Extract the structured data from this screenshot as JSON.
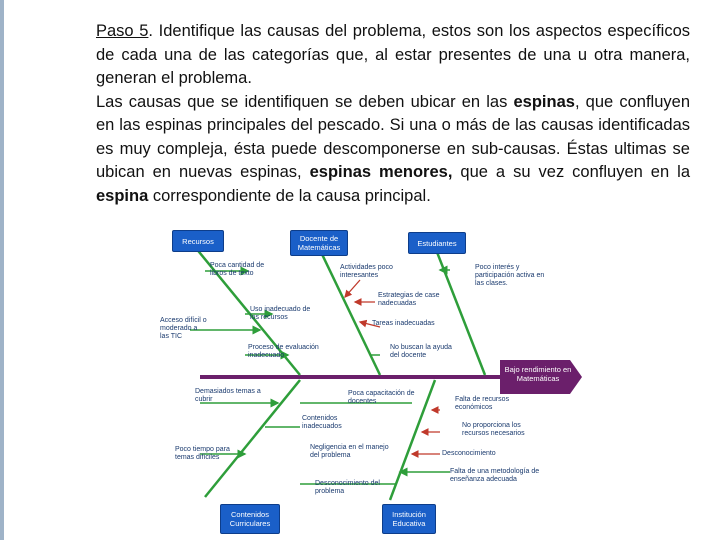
{
  "paragraph": {
    "paso_label": "Paso 5",
    "text_1": ". Identifique las causas del problema, estos son los aspectos específicos de cada una de las categorías que, al estar presentes de una u otra manera, generan el problema.",
    "text_2": "Las causas que se identifiquen se deben ubicar en las ",
    "bold_espinas": "espinas",
    "text_3": ", que confluyen en las espinas principales del pescado. Si una o más de las causas identificadas es muy compleja, ésta puede descomponerse en sub-causas. Éstas ultimas se ubican en nuevas espinas, ",
    "bold_espinas_menores": "espinas menores,",
    "text_4": " que a su vez confluyen en la ",
    "bold_espina": "espina",
    "text_5": " correspondiente de la causa principal."
  },
  "diagram": {
    "head": "Bajo rendimiento en Matemáticas",
    "categories": {
      "recursos": "Recursos",
      "docente": "Docente de Matemáticas",
      "estudiantes": "Estudiantes",
      "contenidos": "Contenidos Curriculares",
      "institucion": "Institución Educativa"
    },
    "causes": {
      "poca_cantidad": "Poca cantidad de libros de texto",
      "uso_inadecuado": "Uso inadecuado de los recursos",
      "acceso_dificil": "Acceso difícil o moderado a las TIC",
      "proceso_evaluacion": "Proceso de evaluación inadecuado",
      "actividades": "Actividades poco interesantes",
      "estrategias": "Estrategias de case nadecuadas",
      "tareas": "Tareas inadecuadas",
      "no_buscan": "No buscan la ayuda del docente",
      "poco_interes": "Poco interés y participación activa en las clases.",
      "demasiados_temas": "Demasiados temas a cubrir",
      "contenidos_inadecuados": "Contenidos inadecuados",
      "poco_tiempo": "Poco tiempo para temas difíciles",
      "poca_capacitacion": "Poca capacitación de docentes",
      "negligencia": "Negligencia en el manejo del problema",
      "desconocimiento_problema": "Desconocimiento del problema",
      "falta_recursos": "Falta de recursos económicos",
      "no_proporciona": "No proporciona los recursos necesarios",
      "desconocimiento": "Desconocimiento",
      "falta_metodologia": "Falta de una metodología de enseñanza adecuada"
    }
  }
}
